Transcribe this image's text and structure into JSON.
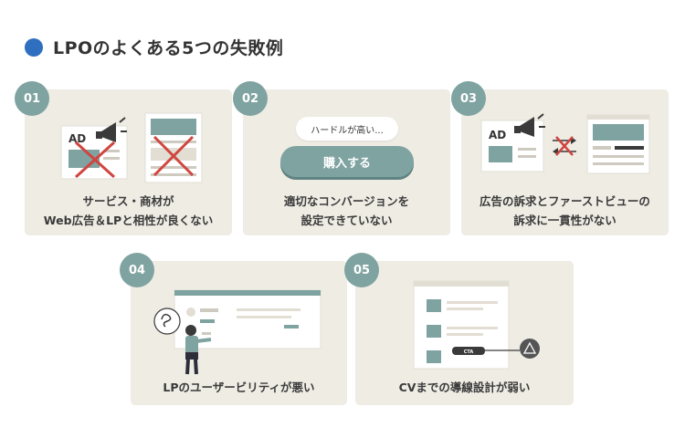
{
  "heading": {
    "title": "LPOのよくある5つの失敗例"
  },
  "cards": [
    {
      "number": "01",
      "caption_line1": "サービス・商材が",
      "caption_line2": "Web広告＆LPと相性が良くない",
      "ad_label": "AD"
    },
    {
      "number": "02",
      "caption_line1": "適切なコンバージョンを",
      "caption_line2": "設定できていない",
      "bubble_text": "ハードルが高い...",
      "button_text": "購入する"
    },
    {
      "number": "03",
      "caption_line1": "広告の訴求とファーストビューの",
      "caption_line2": "訴求に一貫性がない",
      "ad_label": "AD"
    },
    {
      "number": "04",
      "caption_line1": "LPのユーザービリティが悪い"
    },
    {
      "number": "05",
      "caption_line1": "CVまでの導線設計が弱い",
      "cta_label": "CTA"
    }
  ],
  "colors": {
    "accent_dot": "#2f6fbf",
    "badge": "#7fa3a1",
    "card_bg": "#efece4",
    "cross": "#d0453f"
  }
}
